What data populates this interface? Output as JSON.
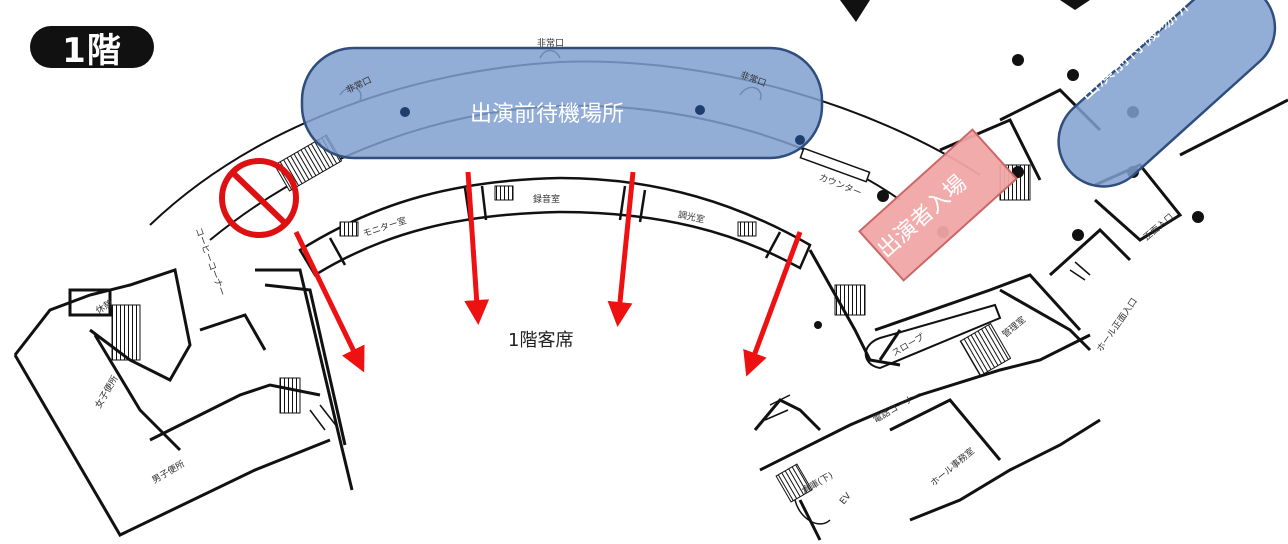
{
  "floor": {
    "label": "1階"
  },
  "waiting_area": {
    "label": "出演前待機場所",
    "color": "#7f9fcf",
    "border": "#2f4d7d"
  },
  "waiting_area_right": {
    "label": "出演前待機場所"
  },
  "performer_entrance": {
    "label": "出演者入場",
    "color": "#f0a6a6",
    "border": "#c66"
  },
  "seating": {
    "label": "1階客席"
  },
  "rooms": {
    "monitor": "モニター室",
    "audio": "録音室",
    "control": "調光室",
    "counter": "カウンター",
    "coffee": "コーヒーコーナー",
    "slope": "スロープ",
    "hall_entrance": "ホール正面入口",
    "main_entrance": "正面入口",
    "ev": "EV",
    "stair_top": "非常口",
    "left_door": "非常口",
    "right_door": "非常口",
    "phone_corner": "電話コーナー",
    "hall_office": "ホール事務室",
    "restroom_f": "女子便所",
    "restroom_m": "男子便所",
    "lounge": "休憩",
    "storage": "倉庫(下)",
    "management": "管理室"
  },
  "colors": {
    "arrow": "#ee1111",
    "prohibit": "#dd1111",
    "plan_line": "#111111"
  }
}
